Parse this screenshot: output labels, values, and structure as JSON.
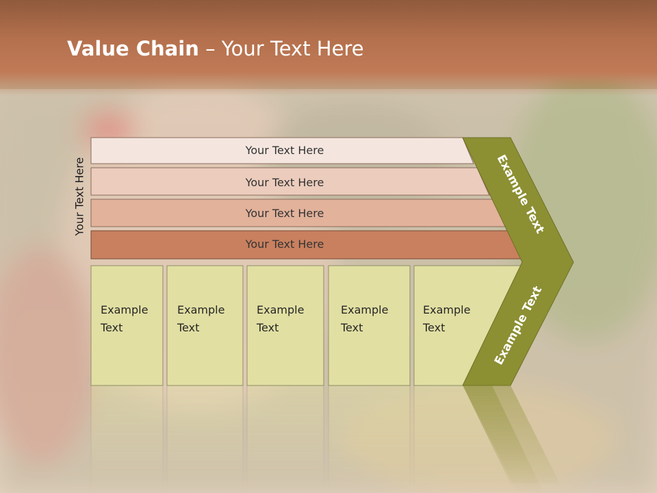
{
  "slide": {
    "title_bold": "Value Chain",
    "title_rest": " – Your Text Here",
    "side_label": "Your Text Here"
  },
  "bars": [
    {
      "label": "Your Text Here",
      "color": "#f4e6df"
    },
    {
      "label": "Your Text Here",
      "color": "#ecccbc"
    },
    {
      "label": "Your Text Here",
      "color": "#e2b29b"
    },
    {
      "label": "Your Text Here",
      "color": "#c8805f"
    }
  ],
  "boxes": [
    {
      "line1": "Example",
      "line2": "Text"
    },
    {
      "line1": "Example",
      "line2": "Text"
    },
    {
      "line1": "Example",
      "line2": "Text"
    },
    {
      "line1": "Example",
      "line2": "Text"
    },
    {
      "line1": "Example",
      "line2": "Text"
    }
  ],
  "chevron": {
    "upper_label": "Example Text",
    "lower_label": "Example Text",
    "color": "#8c8f32"
  },
  "colors": {
    "box_fill": "#e1dfa2",
    "title_band": "#b4704d"
  }
}
